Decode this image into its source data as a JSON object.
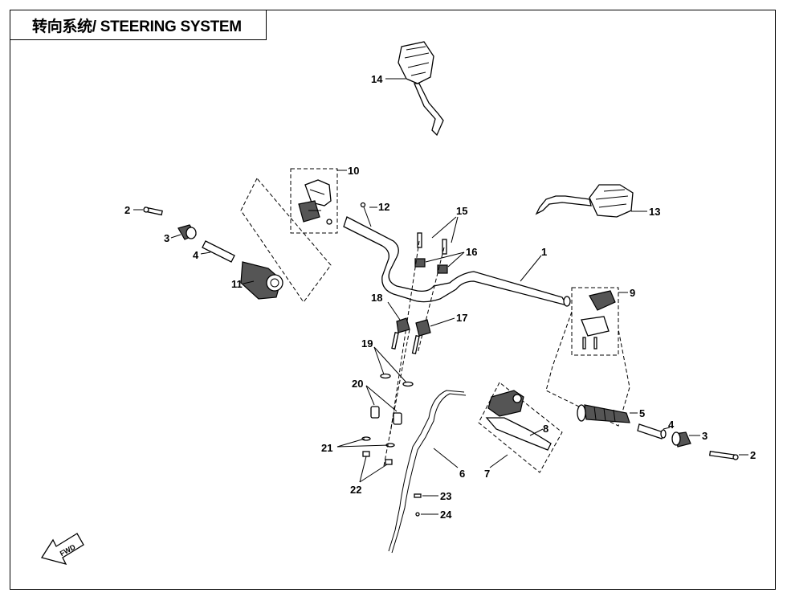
{
  "title": "转向系统/ STEERING SYSTEM",
  "fwd_label": "FWD",
  "callouts": {
    "c1": "1",
    "c2a": "2",
    "c2b": "2",
    "c3a": "3",
    "c3b": "3",
    "c4a": "4",
    "c4b": "4",
    "c5": "5",
    "c6": "6",
    "c7": "7",
    "c8": "8",
    "c9": "9",
    "c10": "10",
    "c11": "11",
    "c12": "12",
    "c13": "13",
    "c14": "14",
    "c15": "15",
    "c16": "16",
    "c17": "17",
    "c18": "18",
    "c19": "19",
    "c20": "20",
    "c21": "21",
    "c22": "22",
    "c23": "23",
    "c24": "24"
  }
}
